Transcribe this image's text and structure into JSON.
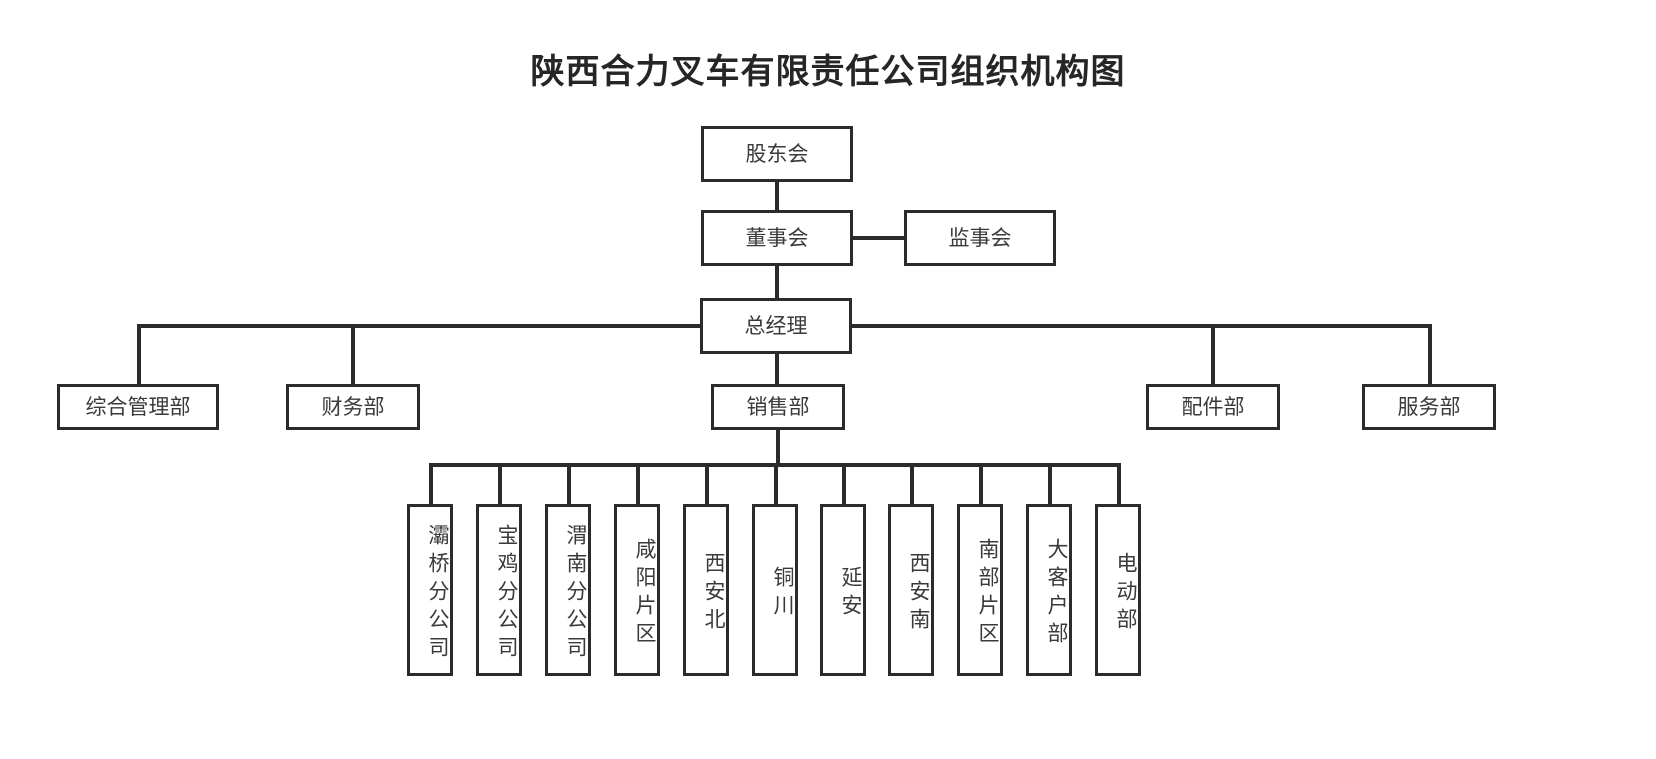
{
  "title": "陕西合力叉车有限责任公司组织机构图",
  "nodes": {
    "shareholders": {
      "label": "股东会"
    },
    "board": {
      "label": "董事会"
    },
    "supervisors": {
      "label": "监事会"
    },
    "general_manager": {
      "label": "总经理"
    }
  },
  "departments": [
    {
      "label": "综合管理部"
    },
    {
      "label": "财务部"
    },
    {
      "label": "销售部"
    },
    {
      "label": "配件部"
    },
    {
      "label": "服务部"
    }
  ],
  "sales_units": [
    {
      "label": "灞桥分公司"
    },
    {
      "label": "宝鸡分公司"
    },
    {
      "label": "渭南分公司"
    },
    {
      "label": "咸阳片区"
    },
    {
      "label": "西安北"
    },
    {
      "label": "铜川"
    },
    {
      "label": "延安"
    },
    {
      "label": "西安南"
    },
    {
      "label": "南部片区"
    },
    {
      "label": "大客户部"
    },
    {
      "label": "电动部"
    }
  ],
  "colors": {
    "border": "#2b2b2b",
    "text": "#3a3a3a",
    "title": "#262626",
    "background": "#ffffff"
  }
}
